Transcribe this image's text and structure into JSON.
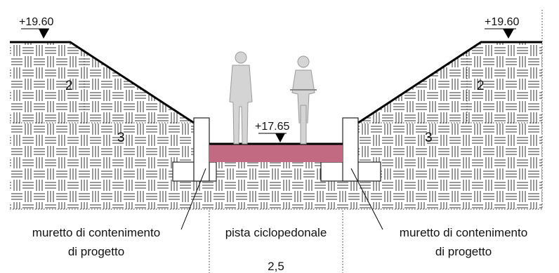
{
  "elevations": {
    "top_left": "+19.60",
    "top_right": "+19.60",
    "path": "+17.65"
  },
  "layers": {
    "left_upper": "2",
    "left_lower": "3",
    "right_upper": "2",
    "right_lower": "3"
  },
  "labels": {
    "wall_left_line1": "muretto di contenimento",
    "wall_left_line2": "di progetto",
    "path_label": "pista ciclopedonale",
    "wall_right_line1": "muretto di contenimento",
    "wall_right_line2": "di progetto",
    "width": "2,5"
  },
  "colors": {
    "path_surface": "#c16a82",
    "ground_line": "#000000",
    "hatch": "#333333",
    "figures": "#c8c8c8"
  },
  "icons": [
    "pedestrian-figure",
    "cyclist-figure",
    "elevation-marker-triangle"
  ]
}
